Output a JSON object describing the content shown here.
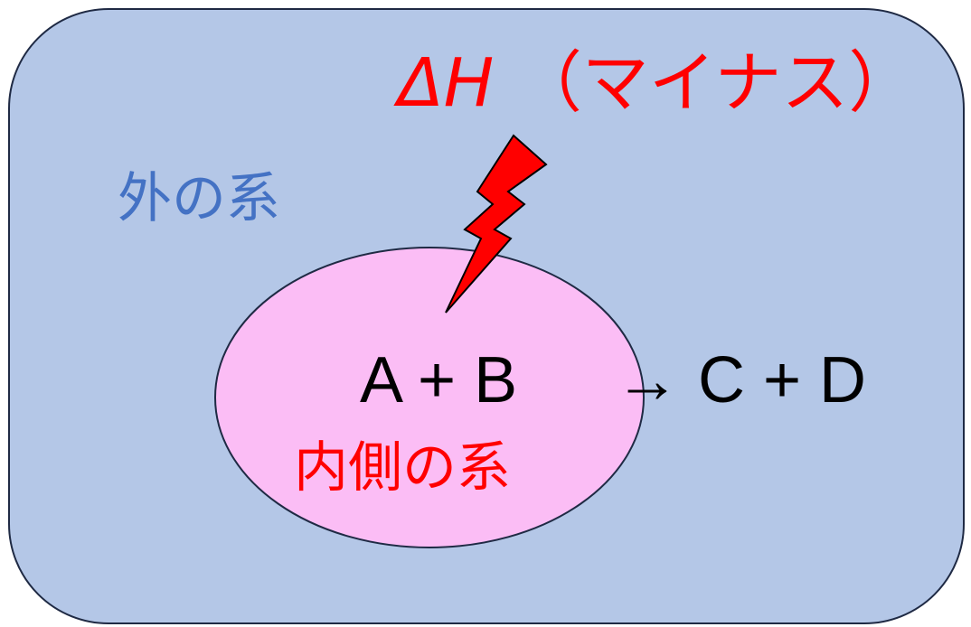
{
  "diagram": {
    "delta_h": {
      "symbol": "ΔH",
      "annotation": "（マイナス）"
    },
    "outer_system_label": "外の系",
    "inner_system_label": "内側の系",
    "reaction": {
      "reactants": "A + B",
      "products": "→ C + D"
    }
  },
  "colors": {
    "outer_fill": "#b4c7e7",
    "outer_stroke": "#1f2a44",
    "inner_fill": "#fbbdf5",
    "inner_stroke": "#1f2a44",
    "outer_label": "#4472c4",
    "inner_label": "#ff0000",
    "delta_h": "#ff0000",
    "bolt_fill": "#ff0000",
    "bolt_stroke": "#000000",
    "reaction_text": "#000000"
  },
  "icons": {
    "energy_flow": "lightning-bolt-icon"
  }
}
